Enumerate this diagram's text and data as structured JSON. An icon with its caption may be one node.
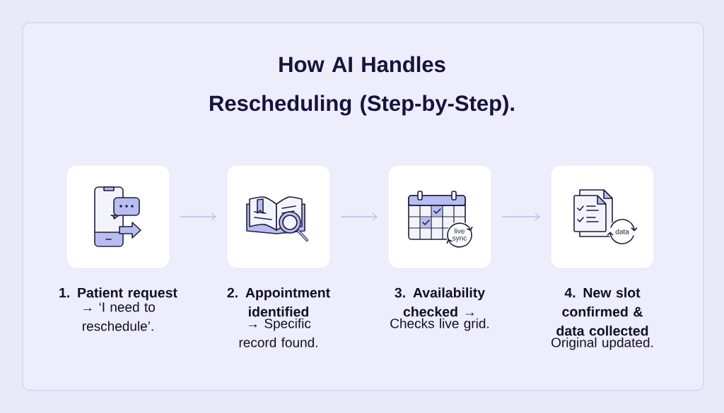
{
  "diagram": {
    "title": "How AI Handles Rescheduling (Step-by-Step).",
    "nodes": [
      {
        "text": [
          "1. Patient request",
          "→ ‘I need to reschedule’."
        ]
      },
      {
        "text": [
          "2. Appointment identified",
          "→ Specific record found."
        ]
      },
      {
        "text": [
          "3. Availability checked →",
          "Checks live grid."
        ]
      },
      {
        "text": [
          "4. New slot confirmed & data collected",
          "Original updated."
        ]
      }
    ],
    "edges": [
      {
        "from": 0,
        "to": 1,
        "arrow": "to"
      },
      {
        "from": 1,
        "to": 2,
        "arrow": "to"
      },
      {
        "from": 2,
        "to": 3,
        "arrow": "to"
      }
    ],
    "labels": [
      "live sync",
      "data"
    ]
  }
}
